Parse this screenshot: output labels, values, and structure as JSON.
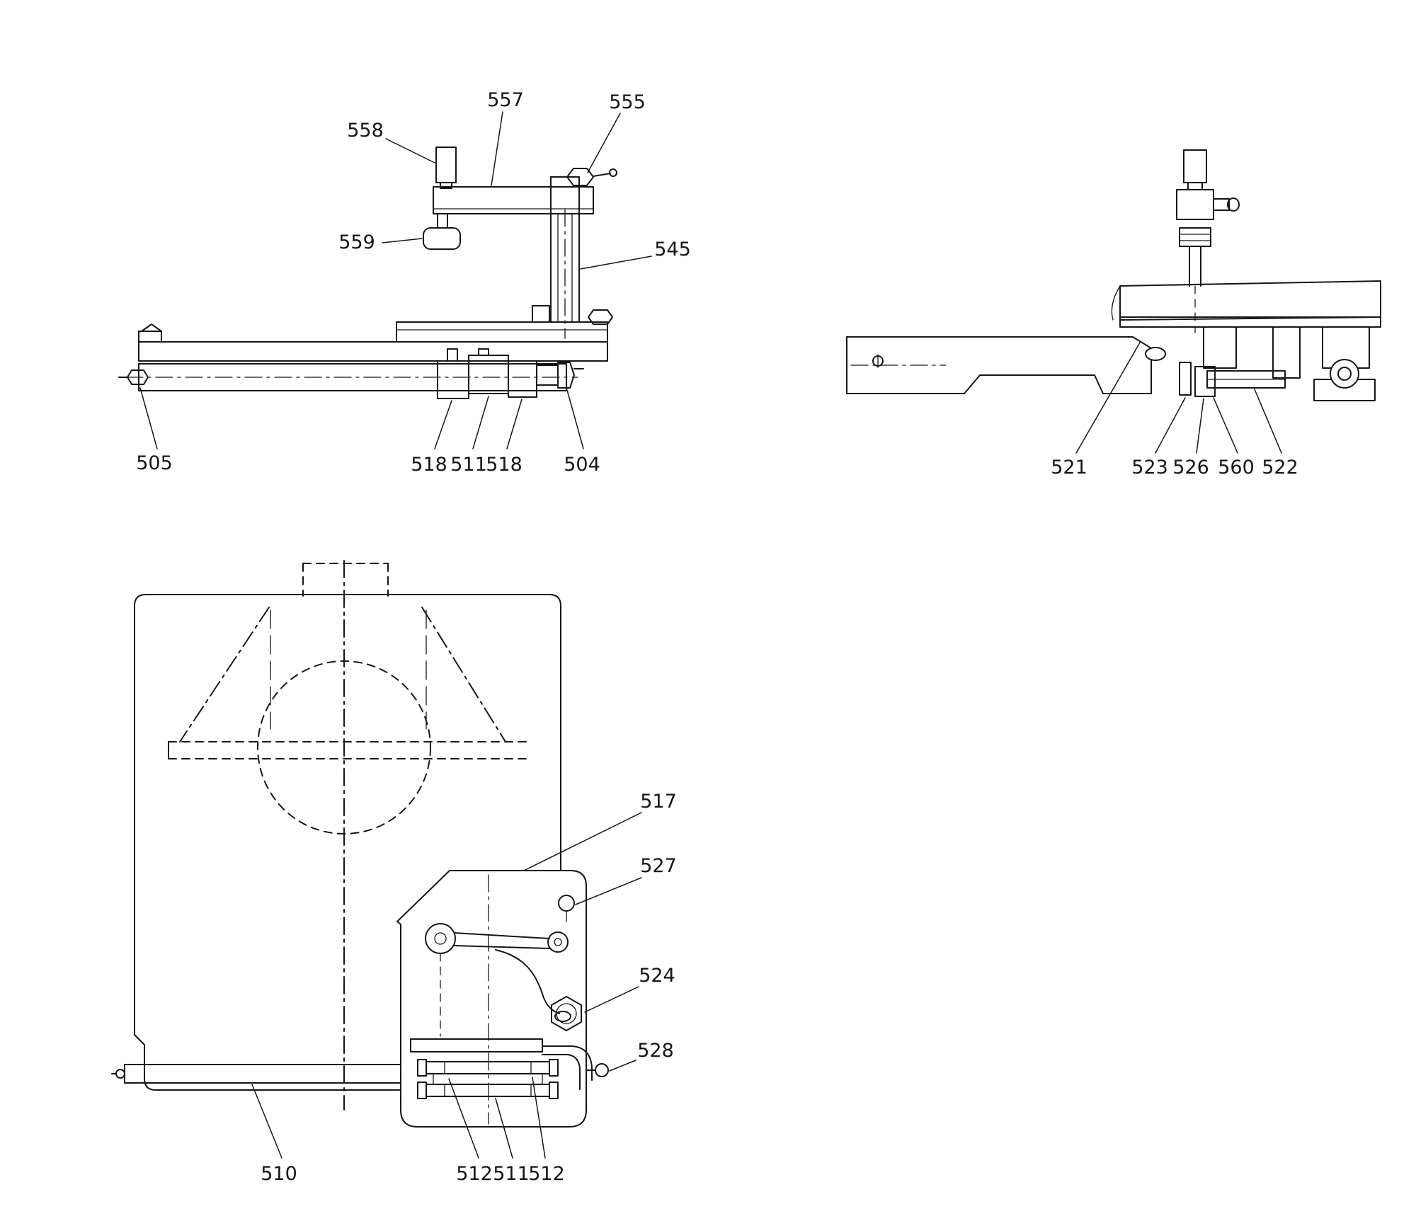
{
  "colors": {
    "background": "#ffffff",
    "line": "#161616"
  },
  "figure": {
    "kind": "technical-parts-diagram",
    "view_count": 3
  },
  "labels": [
    {
      "text": "558"
    },
    {
      "text": "557"
    },
    {
      "text": "555"
    },
    {
      "text": "559"
    },
    {
      "text": "545"
    },
    {
      "text": "505"
    },
    {
      "text": "518"
    },
    {
      "text": "511"
    },
    {
      "text": "518"
    },
    {
      "text": "504"
    },
    {
      "text": "521"
    },
    {
      "text": "523"
    },
    {
      "text": "526"
    },
    {
      "text": "560"
    },
    {
      "text": "522"
    },
    {
      "text": "517"
    },
    {
      "text": "527"
    },
    {
      "text": "524"
    },
    {
      "text": "528"
    },
    {
      "text": "510"
    },
    {
      "text": "512"
    },
    {
      "text": "511"
    },
    {
      "text": "512"
    }
  ]
}
